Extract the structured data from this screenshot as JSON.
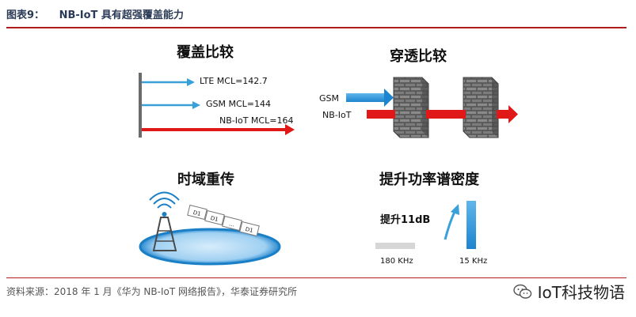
{
  "figure": {
    "number": "图表9：",
    "title": "NB-IoT 具有超强覆盖能力"
  },
  "panels": {
    "coverage": {
      "title": "覆盖比较",
      "arrows": [
        {
          "label": "LTE MCL=142.7",
          "color": "#3aa0d8"
        },
        {
          "label": "GSM MCL=144",
          "color": "#3aa0d8"
        },
        {
          "label": "NB-IoT MCL=164",
          "color": "#e01818"
        }
      ]
    },
    "penetration": {
      "title": "穿透比较",
      "labels": {
        "gsm": "GSM",
        "nbiot": "NB-IoT"
      }
    },
    "time_repetition": {
      "title": "时域重传",
      "packets": [
        "D1",
        "D1",
        "...",
        "D1"
      ]
    },
    "psd": {
      "title": "提升功率谱密度",
      "gain_label": "提升11dB",
      "left_bw": "180 KHz",
      "right_bw": "15 KHz"
    }
  },
  "source": "资料来源：2018 年 1 月《华为 NB-IoT 网络报告》，华泰证券研究所",
  "watermark": "IoT科技物语",
  "colors": {
    "blue": "#3aa0d8",
    "red": "#e01818",
    "accent": "#b01c1c"
  }
}
